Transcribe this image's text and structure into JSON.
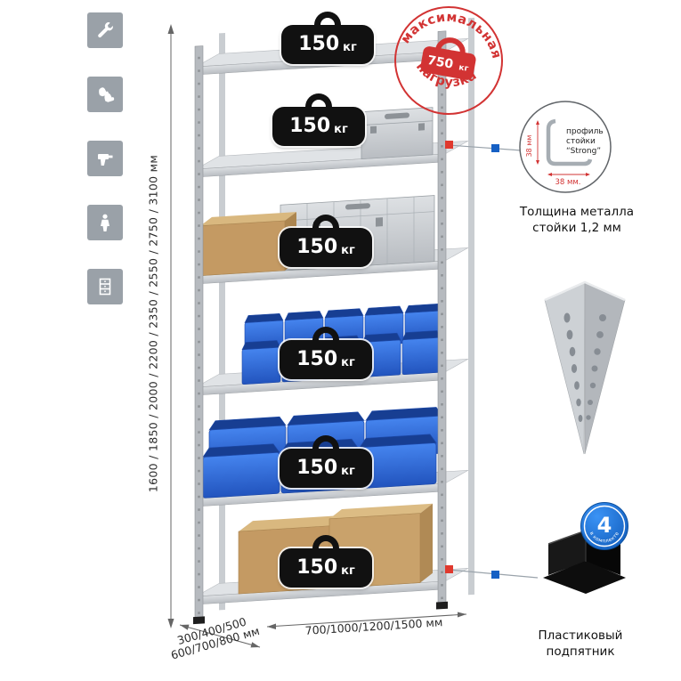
{
  "sidebar": {
    "icons": [
      {
        "name": "wrench-icon"
      },
      {
        "name": "gloves-icon"
      },
      {
        "name": "drill-icon"
      },
      {
        "name": "person-icon"
      },
      {
        "name": "rack-icon"
      }
    ]
  },
  "dimensions": {
    "height": "1600 / 1850 / 2000 / 2200 / 2350 / 2550 / 2750 / 3100 мм",
    "depth_line1": "300/400/500",
    "depth_line2": "600/700/800 мм",
    "width": "700/1000/1200/1500 мм"
  },
  "shelves": {
    "badges": [
      {
        "value": "150",
        "unit": "кг"
      },
      {
        "value": "150",
        "unit": "кг"
      },
      {
        "value": "150",
        "unit": "кг"
      },
      {
        "value": "150",
        "unit": "кг"
      },
      {
        "value": "150",
        "unit": "кг"
      },
      {
        "value": "150",
        "unit": "кг"
      }
    ]
  },
  "stamp": {
    "arc_top": "максимальная",
    "arc_bottom": "нагрузка",
    "value": "750",
    "unit": "кг"
  },
  "profile": {
    "label_line1": "профиль",
    "label_line2": "стойки",
    "label_line3": "“Strong”",
    "dim_vertical": "38 мм",
    "dim_horizontal": "38 мм.",
    "caption_line1": "Толщина металла",
    "caption_line2": "стойки 1,2 мм"
  },
  "foot": {
    "badge_value": "4",
    "badge_text": "в комплекте",
    "caption_line1": "Пластиковый",
    "caption_line2": "подпятник"
  },
  "colors": {
    "stamp_red": "#d23333",
    "marker_red": "#e0392e",
    "marker_blue": "#1660c4",
    "bin_blue": "#2b63cf",
    "metal_gray": "#c4c8cc"
  }
}
